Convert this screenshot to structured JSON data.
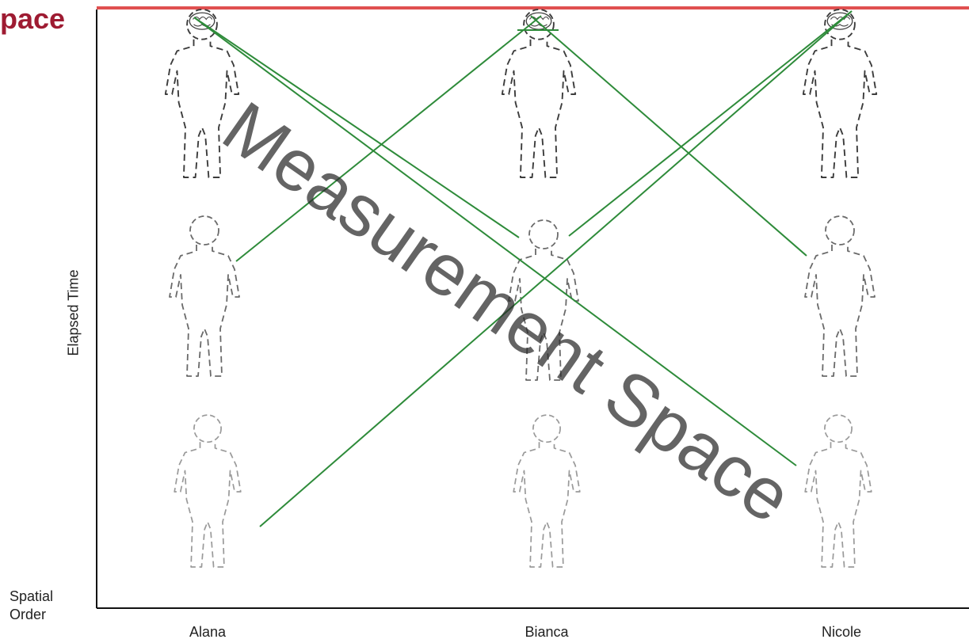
{
  "heading": {
    "text": "pace"
  },
  "axes": {
    "y_label": "Elapsed Time",
    "corner_label": "Spatial Order"
  },
  "people": [
    {
      "name": "Alana"
    },
    {
      "name": "Bianca"
    },
    {
      "name": "Nicole"
    }
  ],
  "watermark": {
    "text": "Measurement Space"
  },
  "colors": {
    "heading": "#9e1b32",
    "top_line": "#e05050",
    "connections": "#2e8b3a",
    "figure_outline": "#444444"
  }
}
